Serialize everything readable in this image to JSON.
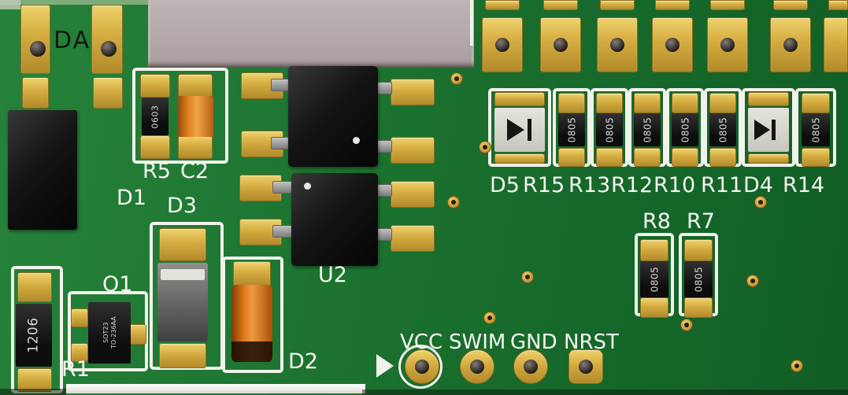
{
  "view": {
    "background": "#ab9fa2"
  },
  "colors": {
    "board_green": "#1d7531",
    "pad_gold": "#d4ab40",
    "silkscreen_white": "#f2f2ec",
    "component_black": "#141414",
    "capacitor_orange": "#e08120",
    "lead_gray": "#9a9a9a",
    "diode_body": "#d9d9d3"
  },
  "silkscreen": {
    "da": "DA",
    "r5": "R5",
    "c2": "C2",
    "d1": "D1",
    "d3": "D3",
    "q1": "Q1",
    "r1": "R1",
    "d2": "D2",
    "u2": "U2",
    "r8": "R8",
    "r7": "R7",
    "row_labels": [
      "D5",
      "R15",
      "R13",
      "R12",
      "R10",
      "R11",
      "D4",
      "R14"
    ],
    "header_pins": [
      "VCC",
      "SWIM",
      "GND",
      "NRST"
    ]
  },
  "markings": {
    "r5": "0603",
    "r1": "1206",
    "q1_line1": "SOT23",
    "q1_line2": "TO-236AA",
    "row": [
      "0805",
      "0805",
      "0805",
      "0805",
      "0805",
      "0805"
    ],
    "r8": "0805",
    "r7": "0805"
  }
}
